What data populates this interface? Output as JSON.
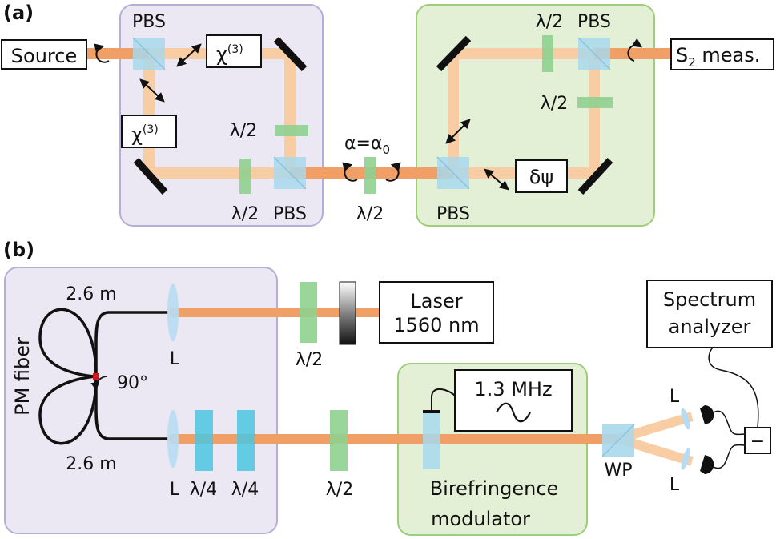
{
  "panel_a": {
    "label": "(a)",
    "source_box": "Source",
    "pbs_top": "PBS",
    "chi_top_base": "χ",
    "chi_top_sup": "(3)",
    "chi_left_base": "χ",
    "chi_left_sup": "(3)",
    "hwp_left": "λ/2",
    "hwp_bottom": "λ/2",
    "pbs_bottom": "PBS",
    "alpha_base": "α=α",
    "alpha_sub": "0",
    "hwp_mid": "λ/2",
    "pbs_right": "PBS",
    "dpsi_box": "δψ",
    "hwp_top_right": "λ/2",
    "pbs_top_right": "PBS",
    "hwp_right": "λ/2",
    "meas_base": "S",
    "meas_sub": "2",
    "meas_rest": " meas."
  },
  "panel_b": {
    "label": "(b)",
    "fiber_label": "PM fiber",
    "length_top": "2.6 m",
    "length_bottom": "2.6 m",
    "angle": "90°",
    "lens_top": "L",
    "lens_bottom": "L",
    "hwp_top": "λ/2",
    "laser_line1": "Laser",
    "laser_line2": "1560 nm",
    "qwp1": "λ/4",
    "qwp2": "λ/4",
    "hwp_bottom": "λ/2",
    "freq": "1.3 MHz",
    "mod_line1": "Birefringence",
    "mod_line2": "modulator",
    "wp": "WP",
    "lens_right_top": "L",
    "lens_right_bottom": "L",
    "sa_line1": "Spectrum",
    "sa_line2": "analyzer",
    "minus": "−"
  },
  "colors": {
    "beam": "#f0a066",
    "beam_light": "#f8cda4",
    "purple_box": "#ebe8f4",
    "purple_edge": "#b5aed6",
    "green_box": "#e4f0d6",
    "green_edge": "#9dcc7a",
    "waveplate_green": "#8fd08f",
    "waveplate_cyan": "#4cc6e0",
    "pbs_blue": "#a8d8ec",
    "lens_blue": "#b7dcf2"
  }
}
